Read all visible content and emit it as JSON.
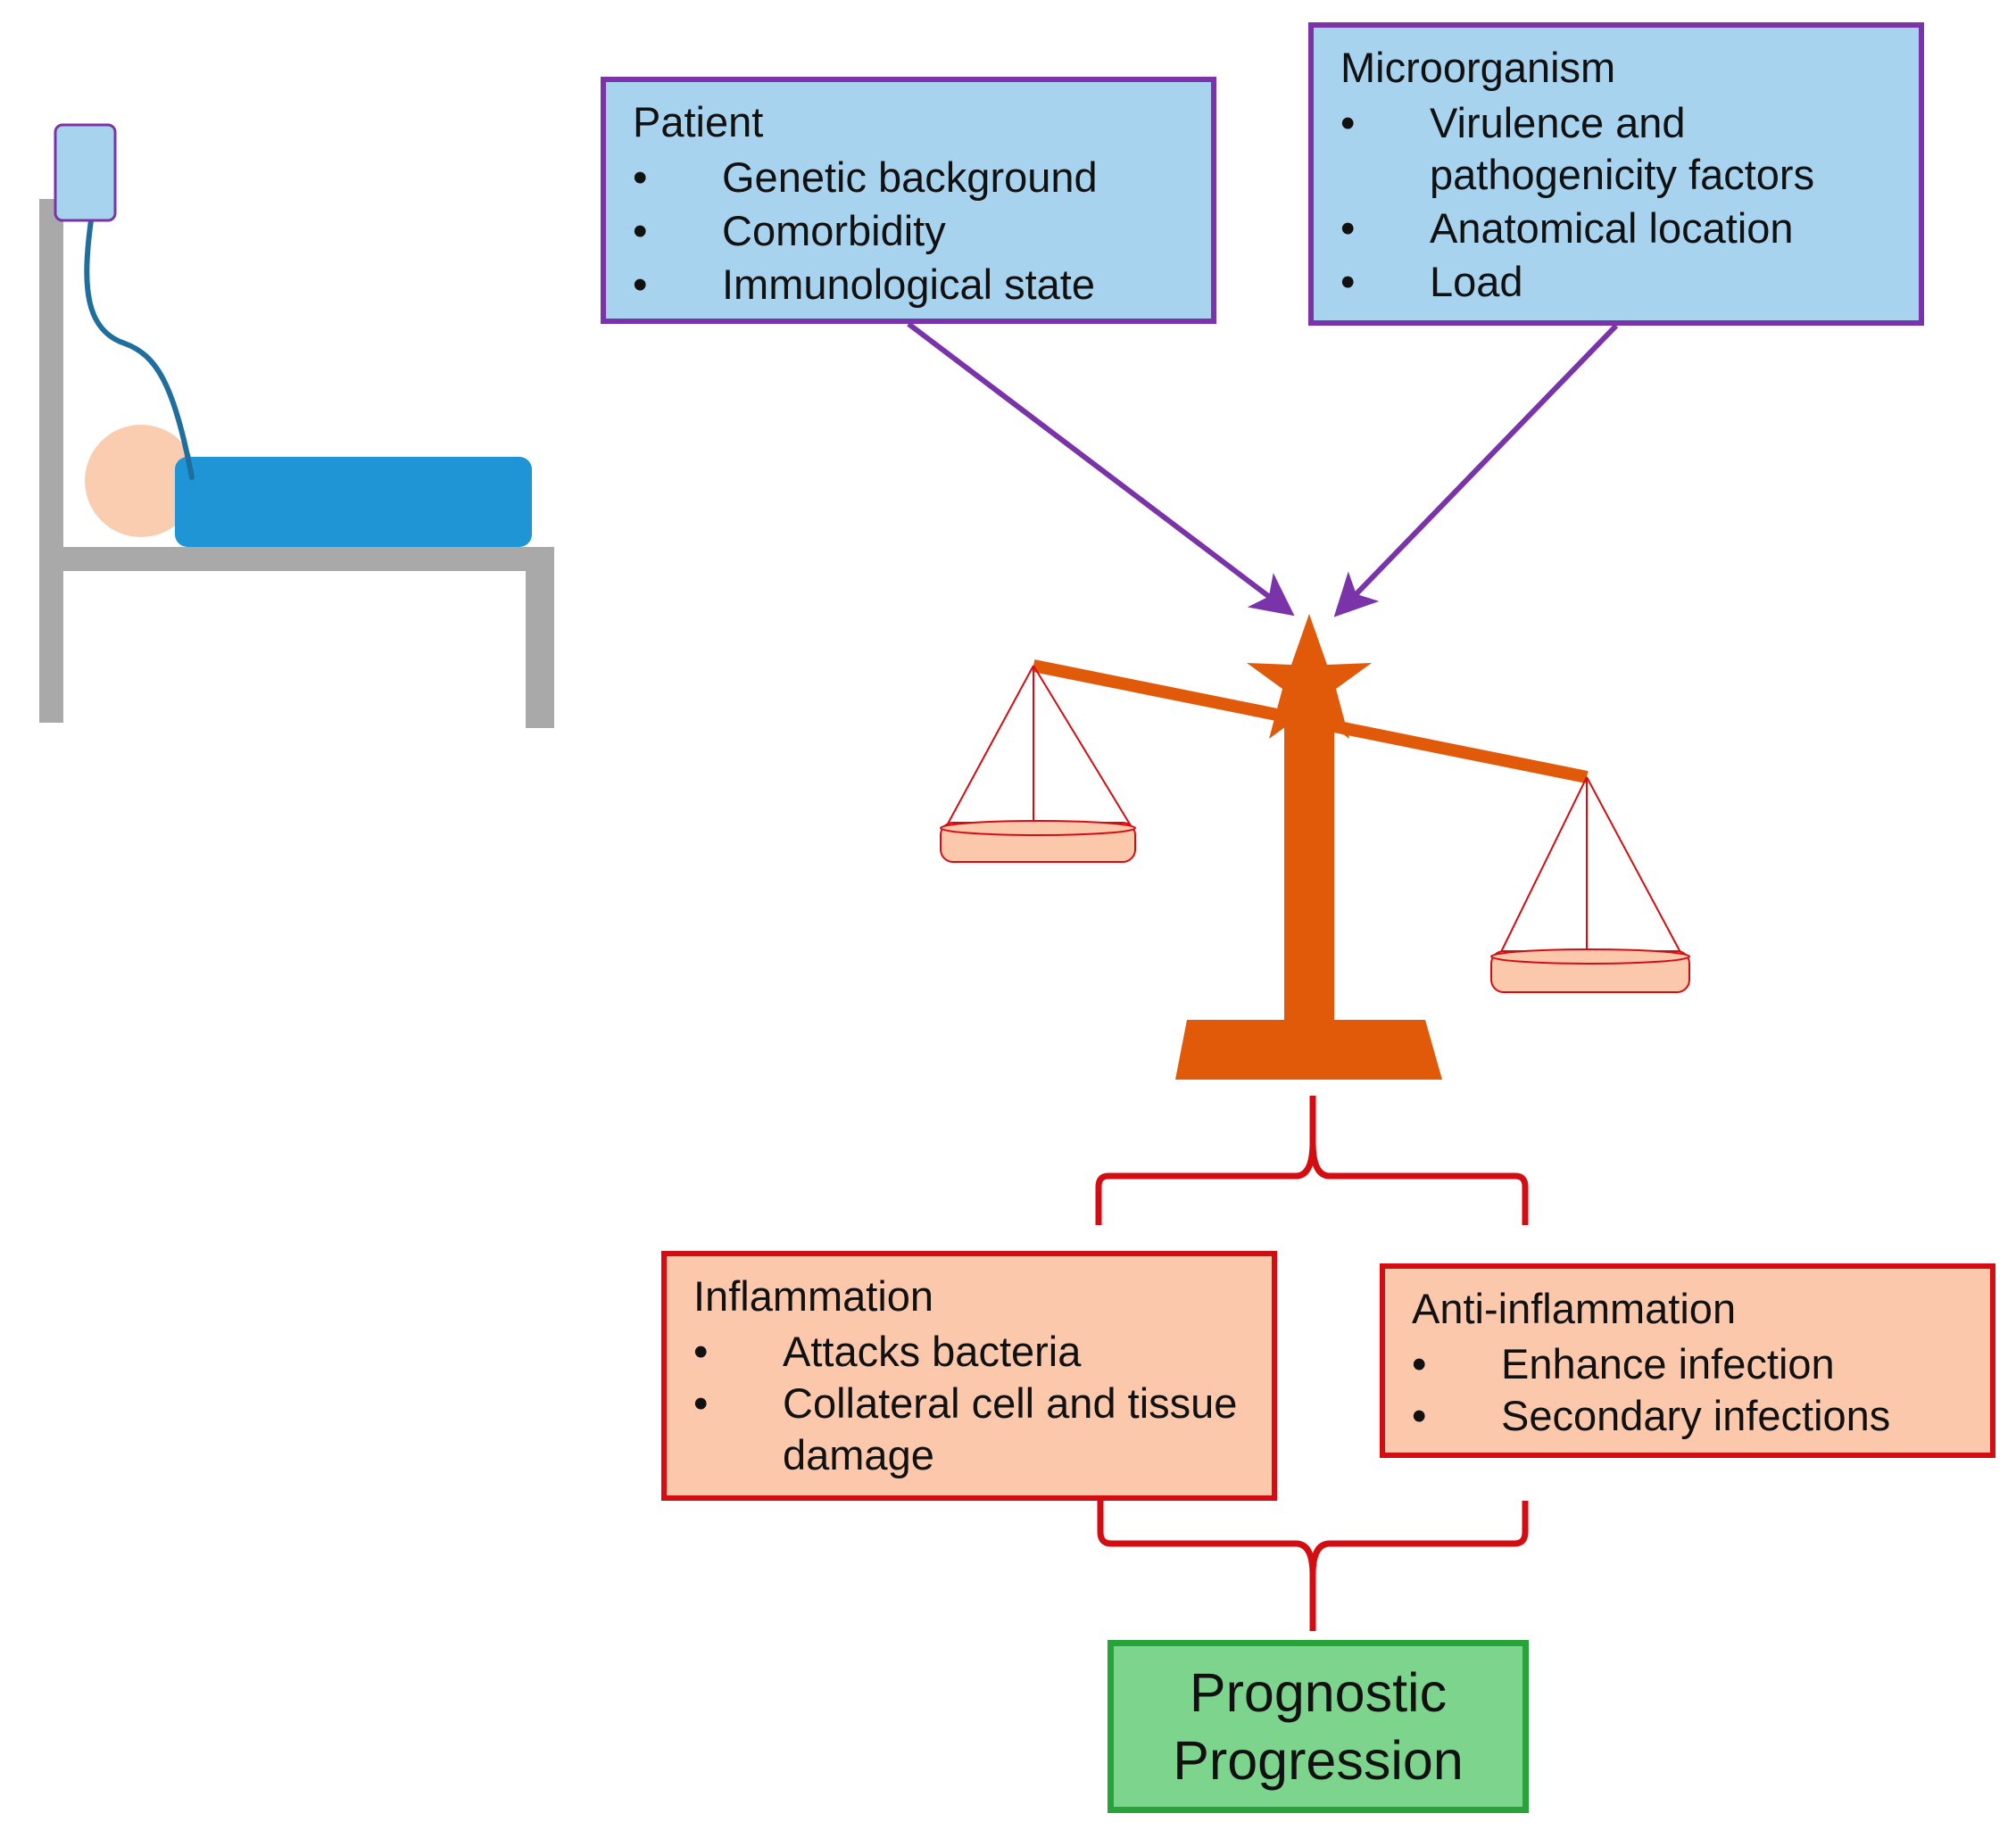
{
  "colors": {
    "blue_fill": "#a8d3ef",
    "purple_border": "#7a33a8",
    "salmon_fill": "#fcc8ac",
    "red_border": "#d40d12",
    "green_fill": "#7dd48c",
    "green_border": "#27a33a",
    "scale_orange": "#e05a0a",
    "bed_gray": "#a9a9a9",
    "mattress_blue": "#1f95d6",
    "head_peach": "#fbcdb0"
  },
  "icons": [
    "hospital-bed-icon",
    "iv-bag-icon",
    "balance-scale-icon"
  ],
  "bullet": "•",
  "patient": {
    "title": "Patient",
    "items": [
      "Genetic background",
      "Comorbidity",
      "Immunological state"
    ]
  },
  "microorganism": {
    "title": "Microorganism",
    "items": [
      "Virulence and pathogenicity factors",
      "Anatomical location",
      "Load"
    ]
  },
  "inflammation": {
    "title": "Inflammation",
    "items": [
      "Attacks bacteria",
      "Collateral cell and tissue damage"
    ]
  },
  "anti_inflammation": {
    "title": "Anti-inflammation",
    "items": [
      "Enhance infection",
      "Secondary infections"
    ]
  },
  "outcome": {
    "label": "Prognostic\nProgression"
  }
}
